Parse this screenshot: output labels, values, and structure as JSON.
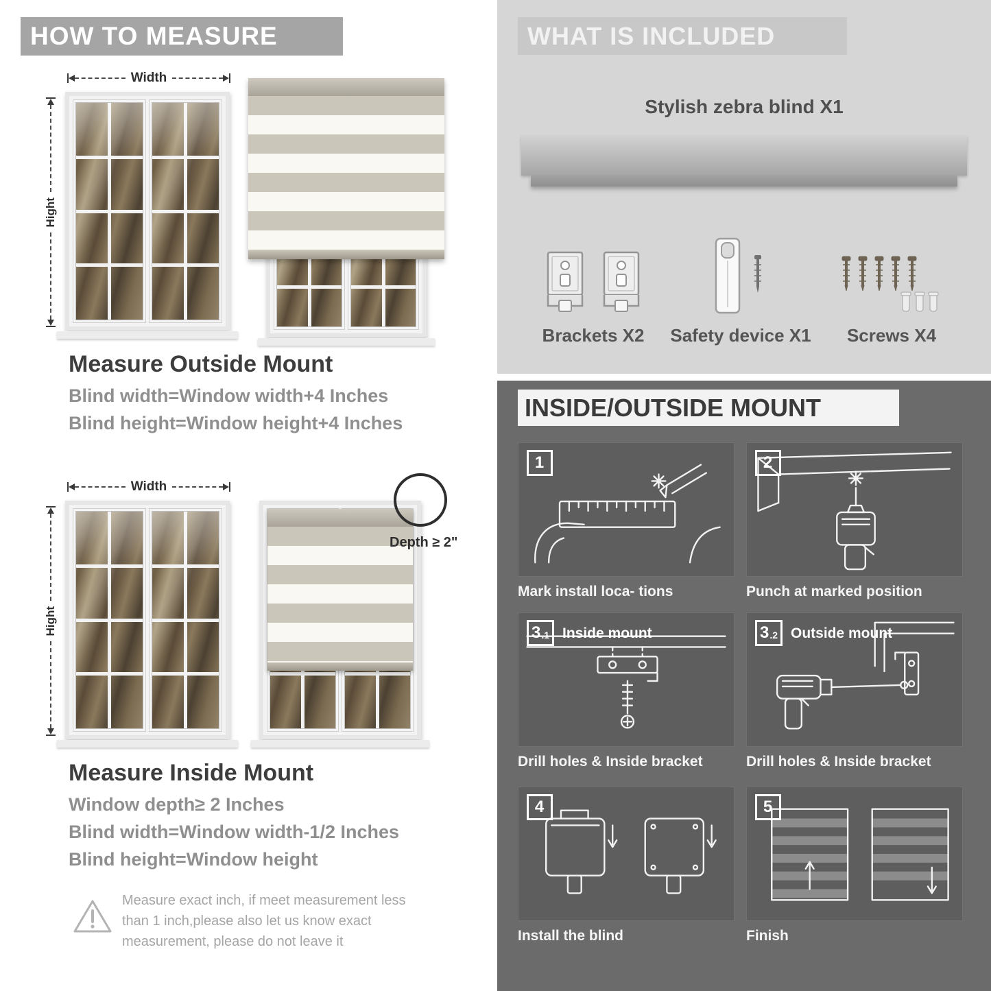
{
  "colors": {
    "left_header_bg": "#a5a5a5",
    "included_bg": "#d6d6d6",
    "included_header_bg": "#c8c8c8",
    "mount_bg": "#6b6b6b",
    "panel_bg": "#5e5e5e",
    "title_text": "#3d3d3d",
    "formula_text": "#8f8f8f",
    "blind_stripe_tan": "#cbc6ba",
    "blind_stripe_sheer": "#faf8f3"
  },
  "icons": {
    "warning": "warning-triangle",
    "bracket": "bracket-icon",
    "safety_device": "safety-device-icon",
    "screws": "screws-icon"
  },
  "left": {
    "header": "HOW TO MEASURE",
    "outside": {
      "width_label": "Width",
      "height_label": "Hight",
      "title": "Measure Outside Mount",
      "line1": "Blind width=Window width+4 Inches",
      "line2": "Blind height=Window height+4 Inches"
    },
    "inside": {
      "width_label": "Width",
      "height_label": "Hight",
      "depth_label": "Depth ≥ 2\"",
      "title": "Measure Inside Mount",
      "line1": "Window depth≥ 2 Inches",
      "line2": "Blind width=Window width-1/2 Inches",
      "line3": "Blind height=Window height"
    },
    "note": "Measure exact inch, if meet measurement less than 1 inch,please also let us know exact measurement, please do not leave it"
  },
  "included": {
    "header": "WHAT IS INCLUDED",
    "blind_label": "Stylish zebra blind X1",
    "items": [
      {
        "label": "Brackets X2"
      },
      {
        "label": "Safety device X1"
      },
      {
        "label": "Screws X4"
      }
    ]
  },
  "mount": {
    "header": "INSIDE/OUTSIDE MOUNT",
    "steps": [
      {
        "num": "1",
        "sub": "",
        "title": "",
        "caption": "Mark install loca- tions"
      },
      {
        "num": "2",
        "sub": "",
        "title": "",
        "caption": "Punch at  marked position"
      },
      {
        "num": "3",
        "sub": ".1",
        "title": "Inside mount",
        "caption": "Drill holes &  Inside bracket"
      },
      {
        "num": "3",
        "sub": ".2",
        "title": "Outside mount",
        "caption": "Drill holes &  Inside bracket"
      },
      {
        "num": "4",
        "sub": "",
        "title": "",
        "caption": "Install the blind"
      },
      {
        "num": "5",
        "sub": "",
        "title": "",
        "caption": "Finish"
      }
    ]
  }
}
